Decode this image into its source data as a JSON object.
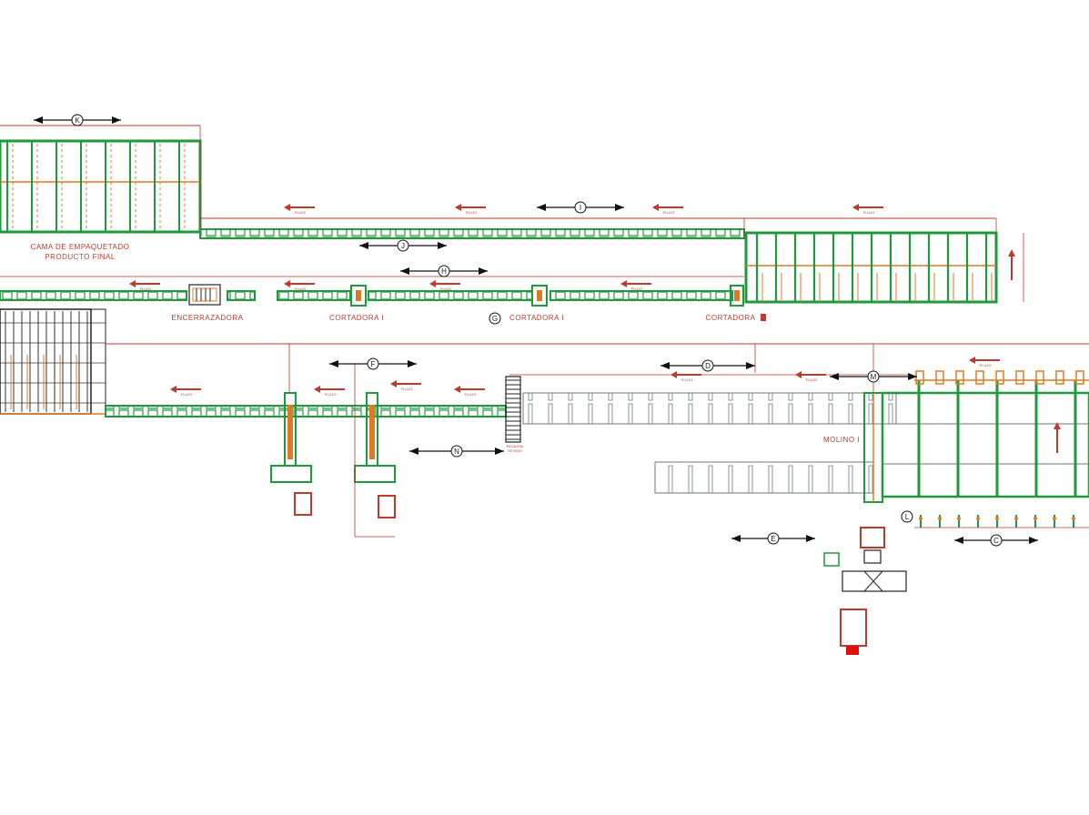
{
  "labels": {
    "packing_bed_1": "CAMA DE EMPAQUETADO",
    "packing_bed_2": "PRODUCTO FINAL",
    "bundler": "ENCERRAZADORA",
    "cutter_1": "CORTADORA I",
    "cutter_2": "CORTADORA I",
    "cutter_3": "CORTADORA",
    "mill": "MOLINO I",
    "stair_1": "ESCALERA",
    "stair_2": "DE PASO"
  },
  "flow_text": "FLUJO",
  "section_markers": {
    "K": "K",
    "I": "I",
    "J": "J",
    "H": "H",
    "G": "G",
    "F": "F",
    "D": "D",
    "M": "M",
    "N": "N",
    "E": "E",
    "C": "C",
    "L": "L"
  },
  "colors": {
    "conveyor": "#1e9a3c",
    "roller": "#e07a22",
    "dimension": "#c0392b",
    "arrow": "#c0392b",
    "marker": "#111111",
    "gray": "#7f8c8d"
  }
}
